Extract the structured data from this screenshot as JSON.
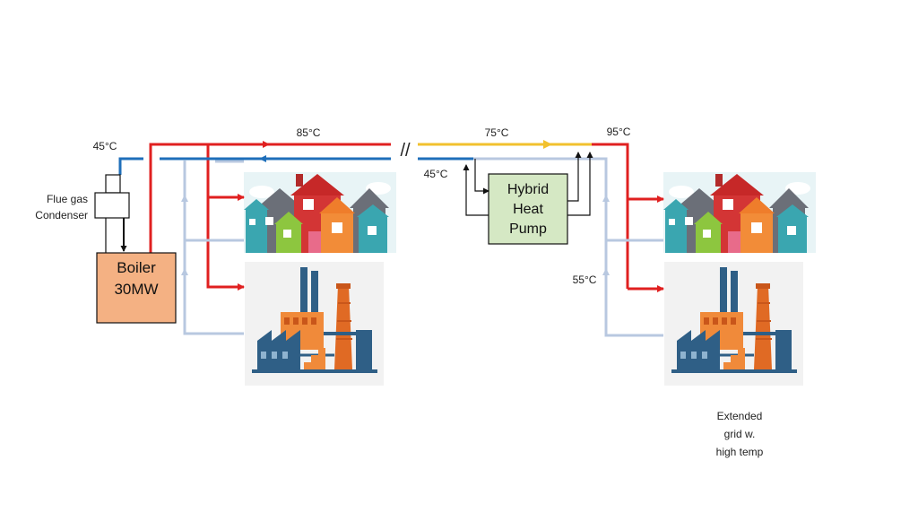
{
  "diagram": {
    "temperatures": {
      "supply_main": "85°C",
      "return_left": "45°C",
      "return_mid": "45°C",
      "supply_after_break": "75°C",
      "supply_right": "95°C",
      "return_right": "55°C"
    },
    "flue_gas_condenser": [
      "Flue gas",
      "Condenser"
    ],
    "boiler": [
      "Boiler",
      "30MW"
    ],
    "heat_pump": [
      "Hybrid",
      "Heat",
      "Pump"
    ],
    "pipe_break": "//",
    "extended_grid": [
      "Extended",
      "grid w.",
      "high temp"
    ]
  },
  "colors": {
    "supply": "#e02020",
    "return": "#1f6fba",
    "return_light": "#b8c8e0",
    "upgraded_supply": "#f2c12e",
    "boiler_fill": "#f4b183",
    "heat_pump_fill": "#d5e8c4"
  },
  "icons": [
    "houses-icon",
    "factory-icon"
  ]
}
